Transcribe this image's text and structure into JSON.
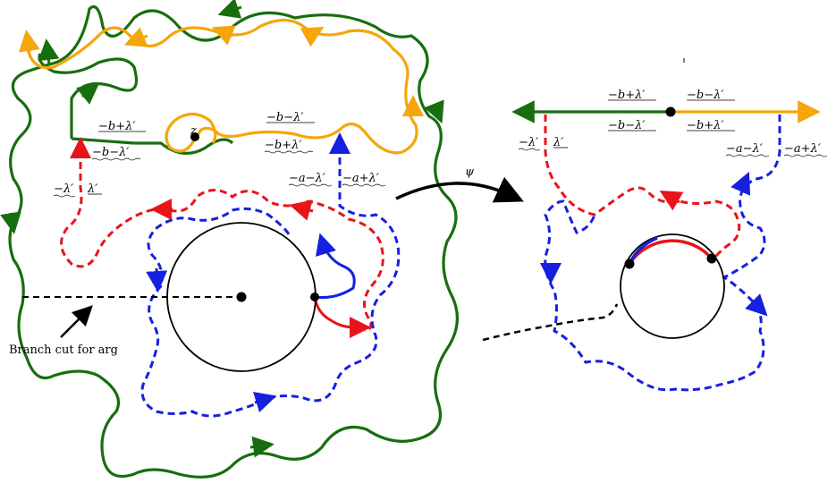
{
  "colors": {
    "green": "#176E0E",
    "orange": "#F5A60A",
    "red": "#E8141A",
    "blue": "#1520E0",
    "black": "#000000"
  },
  "left": {
    "point_label": "z",
    "branch_cut_caption": "Branch cut for arg",
    "labels": {
      "top_left_upper": "−b+λ′",
      "top_left_lower": "−b−λ′",
      "top_mid_upper": "−b−λ′",
      "top_mid_lower": "−b+λ′",
      "red_left": "−λ′",
      "red_right": "λ′",
      "blue_left": "−a−λ′",
      "blue_right": "−a+λ′"
    }
  },
  "map": {
    "label": "ψ"
  },
  "right": {
    "labels": {
      "left_upper": "−b+λ′",
      "left_lower": "−b−λ′",
      "right_upper": "−b−λ′",
      "right_lower": "−b+λ′",
      "red_left": "−λ′",
      "red_right": "λ′",
      "blue_left": "−a−λ′",
      "blue_right": "−a+λ′"
    }
  }
}
